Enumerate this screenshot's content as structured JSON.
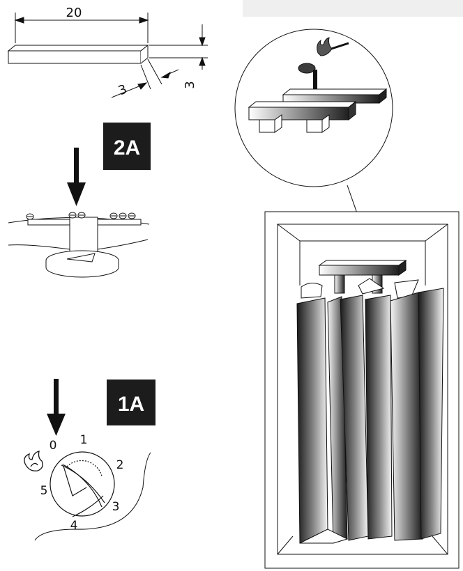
{
  "dimensions": {
    "length": "20",
    "depth": "3",
    "height": "3"
  },
  "badges": {
    "step_2a": "2A",
    "step_1a": "1A"
  },
  "dial": {
    "labels": [
      "0",
      "1",
      "2",
      "3",
      "4",
      "5"
    ]
  },
  "colors": {
    "ink": "#111111",
    "badge_bg": "#1c1c1c",
    "panel_bg": "#efefef"
  },
  "icons": {
    "match": "burning-match-icon",
    "flame": "flame-symbol-icon",
    "arrow": "down-arrow-icon"
  }
}
